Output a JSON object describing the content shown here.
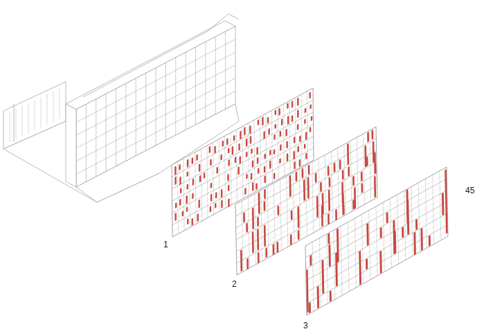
{
  "diagram": {
    "labels": [
      "1",
      "2",
      "3",
      "45"
    ]
  }
}
